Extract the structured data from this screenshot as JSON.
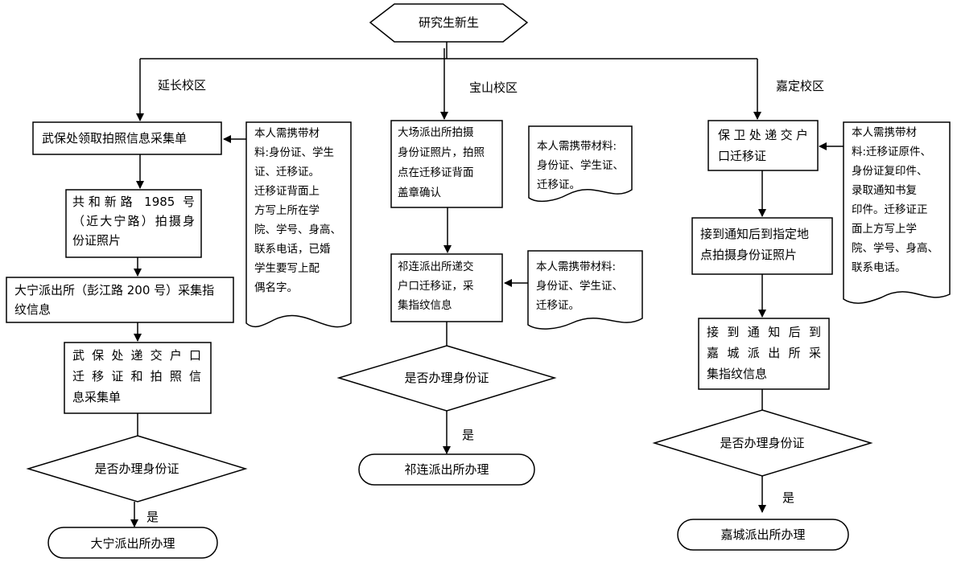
{
  "start": {
    "label": "研究生新生"
  },
  "campuses": {
    "yanchang": "延长校区",
    "baoshan": "宝山校区",
    "jiading": "嘉定校区"
  },
  "yanchang": {
    "step1": "武保处领取拍照信息采集单",
    "step2_line1": "共和新路 1985 号",
    "step2_line2": "（近大宁路）拍摄身",
    "step2_line3": "份证照片",
    "step3_line1": "大宁派出所（彭江路 200 号）采集指",
    "step3_line2": "纹信息",
    "step4_line1": "武保处递交户口",
    "step4_line2": "迁移证和拍照信",
    "step4_line3": "息采集单",
    "note_lines": [
      "本人需携带材",
      "料:身份证、学生",
      "证、迁移证。",
      "迁移证背面上",
      "方写上所在学",
      "院、学号、身高、",
      "联系电话，已婚",
      "学生要写上配",
      "偶名字。"
    ],
    "decision": "是否办理身份证",
    "yes": "是",
    "end": "大宁派出所办理"
  },
  "baoshan": {
    "step1_lines": [
      "大场派出所拍摄",
      "身份证照片，拍照",
      "点在迁移证背面",
      "盖章确认"
    ],
    "note1_lines": [
      "本人需携带材料:",
      "身份证、学生证、",
      "迁移证。"
    ],
    "step2_lines": [
      "祁连派出所递交",
      "户口迁移证，采",
      "集指纹信息"
    ],
    "note2_lines": [
      "本人需携带材料:",
      "身份证、学生证、",
      "迁移证。"
    ],
    "decision": "是否办理身份证",
    "yes": "是",
    "end": "祁连派出所办理"
  },
  "jiading": {
    "step1_lines": [
      "保卫处递交户",
      "口迁移证"
    ],
    "note_lines": [
      "本人需携带材",
      "料:迁移证原件、",
      "身份证复印件、",
      "录取通知书复",
      "印件。迁移证正",
      "面上方写上学",
      "院、学号、身高、",
      "联系电话。"
    ],
    "step2_lines": [
      "接到通知后到指定地",
      "点拍摄身份证照片"
    ],
    "step3_lines": [
      "接到通知后到",
      "嘉城派出所采",
      "集指纹信息"
    ],
    "decision": "是否办理身份证",
    "yes": "是",
    "end": "嘉城派出所办理"
  }
}
